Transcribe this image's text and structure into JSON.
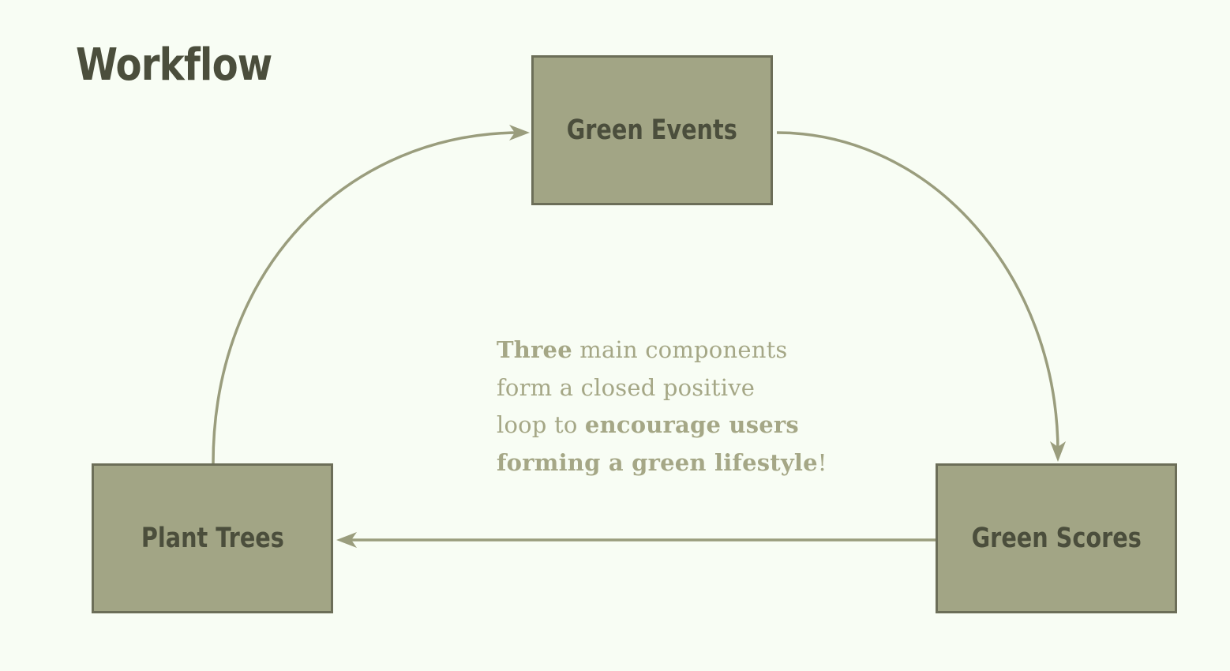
{
  "title": "Workflow",
  "colors": {
    "background": "#f8fdf4",
    "node_fill": "#a2a585",
    "node_border": "#6c6e58",
    "node_text": "#4b4e3c",
    "connector": "#9a9d7d",
    "note_text": "#a5a786"
  },
  "nodes": {
    "events": "Green Events",
    "scores": "Green Scores",
    "trees": "Plant Trees"
  },
  "note": {
    "l1_bold": "Three",
    "l1_rest": " main components",
    "l2": "form a closed positive",
    "l3_plain": "loop to ",
    "l3_bold": "encourage users",
    "l4_bold": "forming a green lifestyle",
    "l4_rest": "!"
  }
}
